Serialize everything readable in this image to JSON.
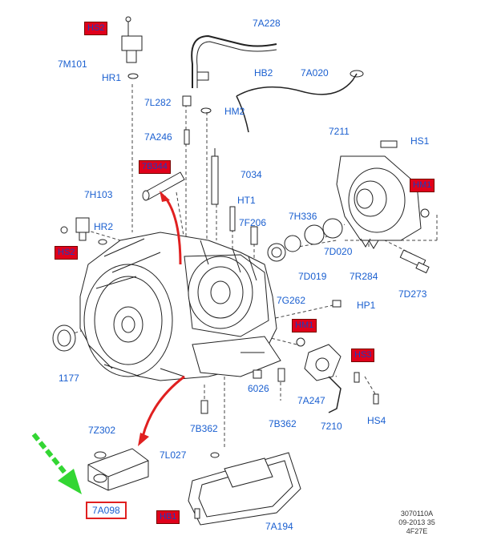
{
  "labels": {
    "hs2_top": "HS2",
    "7a228": "7A228",
    "7m101": "7M101",
    "hb2": "HB2",
    "7a020": "7A020",
    "hr1": "HR1",
    "7l282": "7L282",
    "hm2": "HM2",
    "7211": "7211",
    "7a246": "7A246",
    "hs1": "HS1",
    "7b344": "7B344",
    "7034": "7034",
    "hm1_right": "HM1",
    "7h103": "7H103",
    "ht1": "HT1",
    "7h336": "7H336",
    "hr2": "HR2",
    "7f206": "7F206",
    "hs2_left": "HS2",
    "7d020": "7D020",
    "7d019": "7D019",
    "7r284": "7R284",
    "7d273": "7D273",
    "7g262": "7G262",
    "hp1": "HP1",
    "hm1_mid": "HM1",
    "hs3": "HS3",
    "1177": "1177",
    "6026": "6026",
    "7a247": "7A247",
    "7b362_left": "7B362",
    "7b362_right": "7B362",
    "7210": "7210",
    "hs4": "HS4",
    "7z302": "7Z302",
    "7l027": "7L027",
    "7a098": "7A098",
    "hb1": "HB1",
    "7a194": "7A194"
  },
  "reference": {
    "line1": "3070110A",
    "line2": "09-2013 35",
    "line3": "4F27E"
  },
  "colors": {
    "label_text": "#1a5fd0",
    "highlight_box": "#e0001b",
    "callout_arrow": "#e02020",
    "pointer_arrow": "#33d633"
  }
}
